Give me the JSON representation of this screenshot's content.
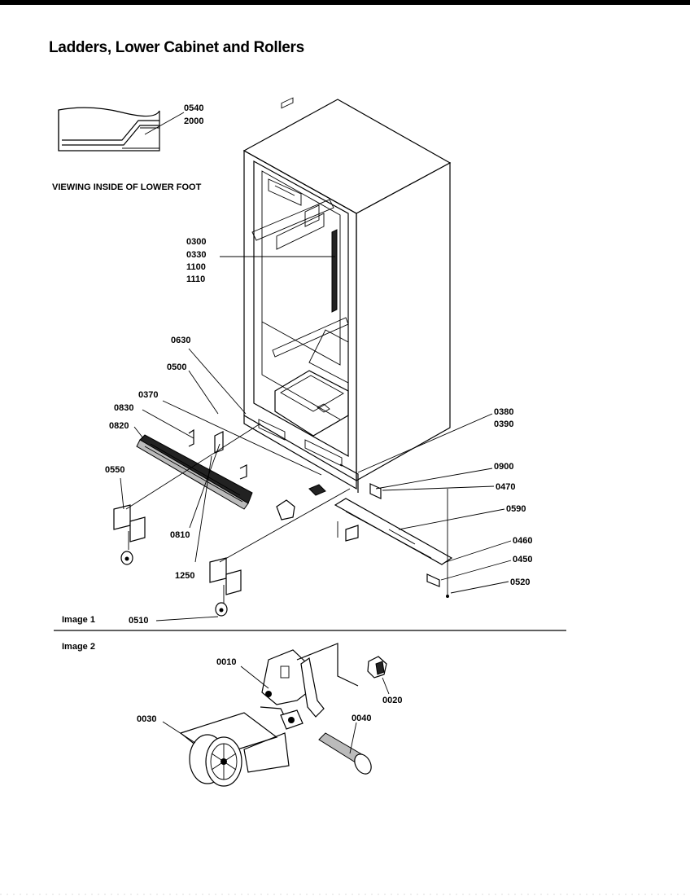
{
  "title": "Ladders, Lower Cabinet and Rollers",
  "inset_caption": "VIEWING INSIDE OF LOWER FOOT",
  "image1_label": "Image 1",
  "image2_label": "Image 2",
  "callouts": {
    "c0540": "0540",
    "c2000": "2000",
    "c0300": "0300",
    "c0330": "0330",
    "c1100": "1100",
    "c1110": "1110",
    "c0630": "0630",
    "c0500": "0500",
    "c0370": "0370",
    "c0830": "0830",
    "c0820": "0820",
    "c0550": "0550",
    "c0810": "0810",
    "c1250": "1250",
    "c0510": "0510",
    "c0380": "0380",
    "c0390": "0390",
    "c0900": "0900",
    "c0470": "0470",
    "c0590": "0590",
    "c0460": "0460",
    "c0450": "0450",
    "c0520": "0520",
    "c0010": "0010",
    "c0020": "0020",
    "c0030": "0030",
    "c0040": "0040"
  }
}
